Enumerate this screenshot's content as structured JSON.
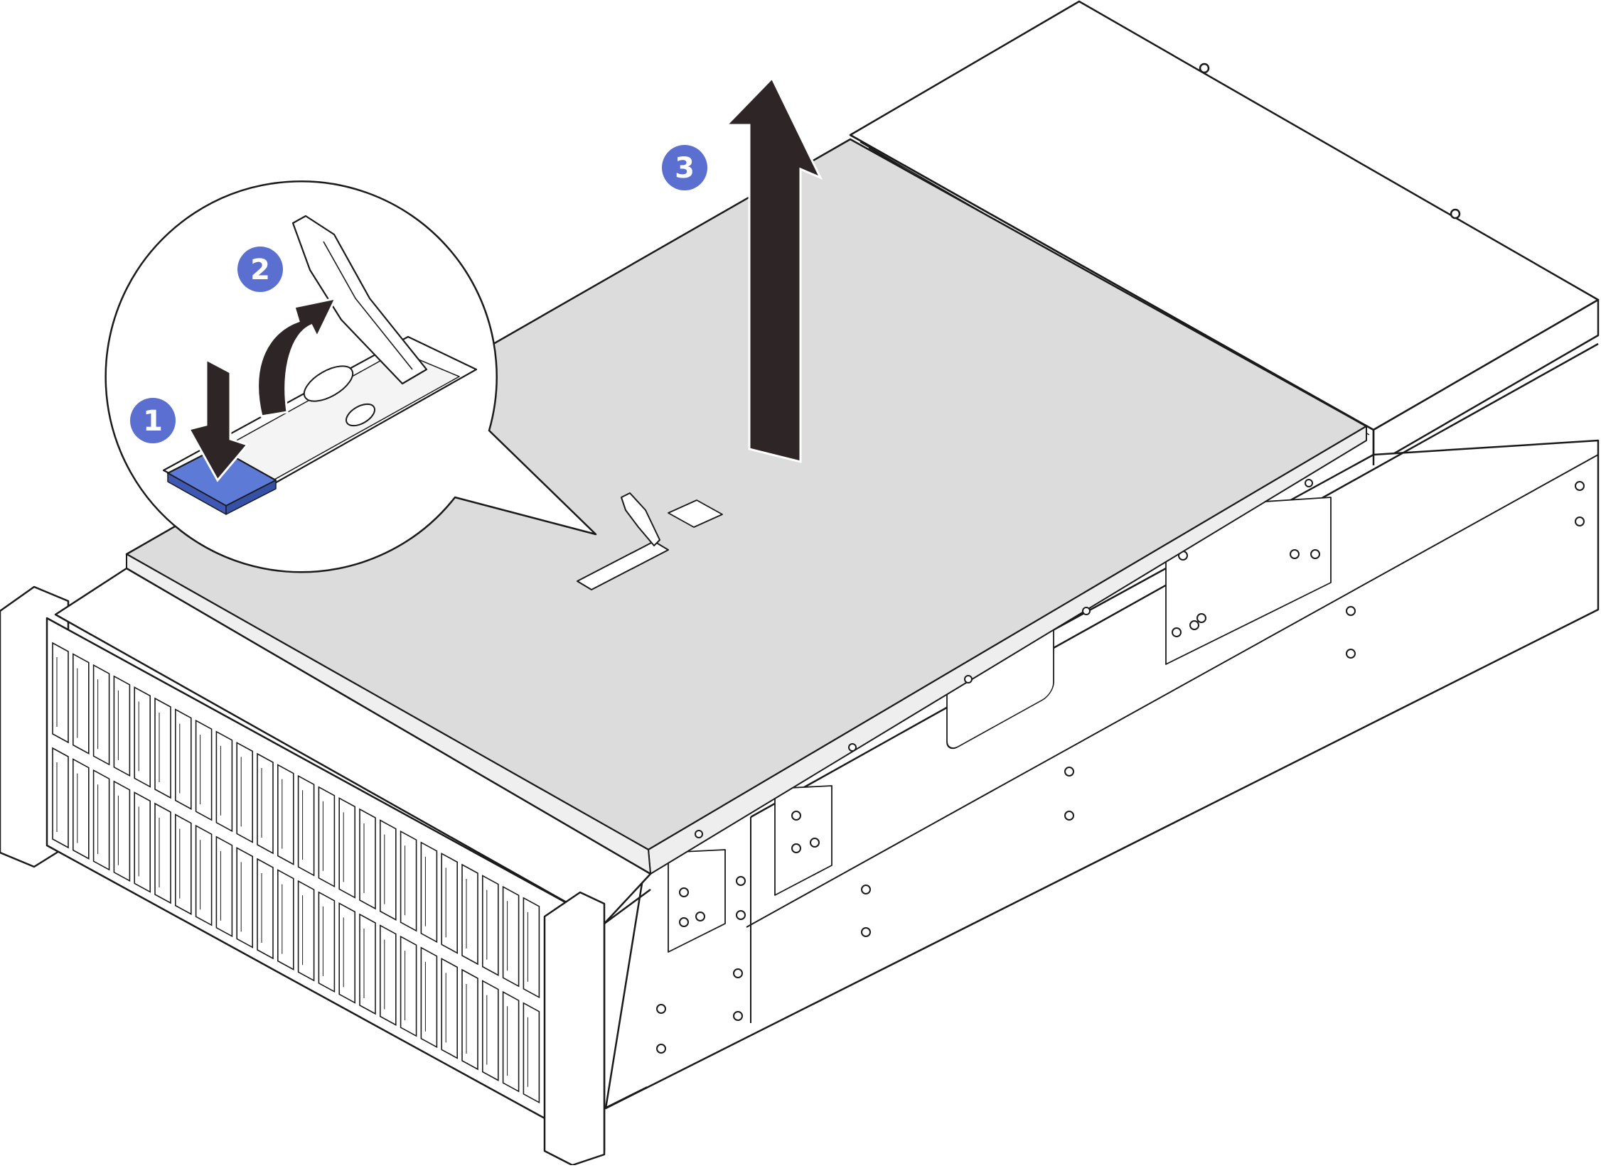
{
  "steps": [
    {
      "label": "1",
      "action": "press"
    },
    {
      "label": "2",
      "action": "rotate-up"
    },
    {
      "label": "3",
      "action": "lift"
    }
  ],
  "colors": {
    "step_badge": "#5b6fd0",
    "release_button": "#5c7ad6",
    "top_cover": "#dcdcdc",
    "arrow": "#2e2526",
    "line": "#1a1a1a",
    "chassis": "#ffffff"
  },
  "icons": {
    "press_arrow": "arrow-down-icon",
    "rotate_arrow": "curved-arrow-up-icon",
    "lift_arrow": "arrow-up-icon"
  },
  "drive_bays": {
    "rows": 2,
    "columns": 24
  }
}
